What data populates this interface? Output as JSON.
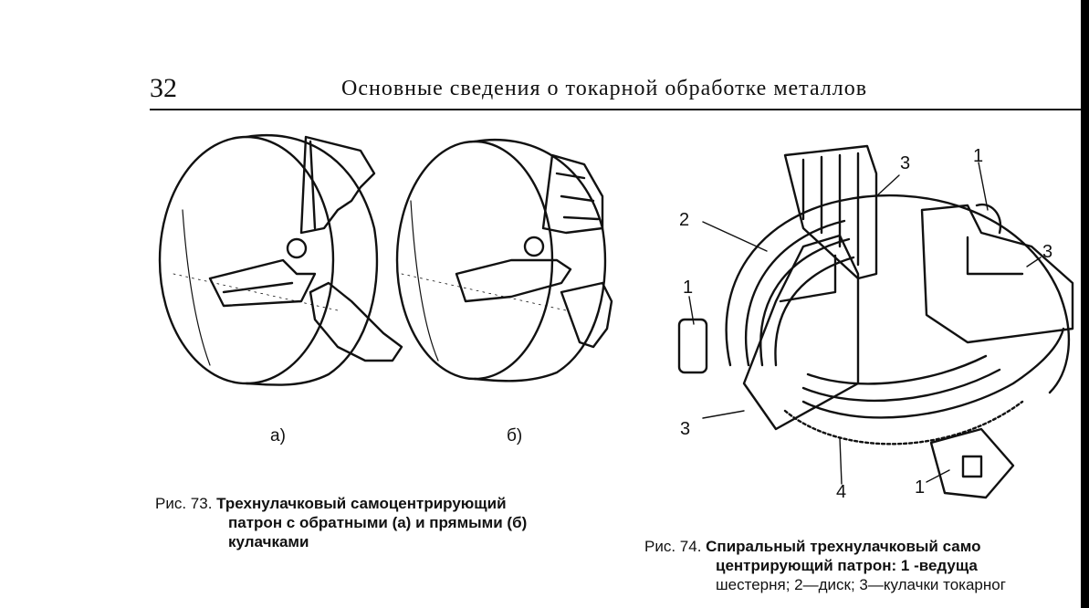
{
  "header": {
    "page_number": "32",
    "running_title": "Основные сведения о токарной обработке металлов"
  },
  "figure73": {
    "label_a": "а)",
    "label_b": "б)",
    "caption_prefix": "Рис. 73.",
    "caption_line1": "Трехнулачковый самоцентрирующий",
    "caption_line2": "патрон   с обратными (а) и прямыми (б)",
    "caption_line3": "кулачками"
  },
  "figure74": {
    "callouts": [
      "3",
      "1",
      "2",
      "3",
      "1",
      "3",
      "4",
      "1"
    ],
    "caption_prefix": "Рис. 74.",
    "caption_line1": "Спиральный трехнулачковый   само",
    "caption_line2": "центрирующий патрон:    1 -ведуща",
    "caption_line3": "шестерня; 2—диск; 3—кулачки токарног"
  }
}
